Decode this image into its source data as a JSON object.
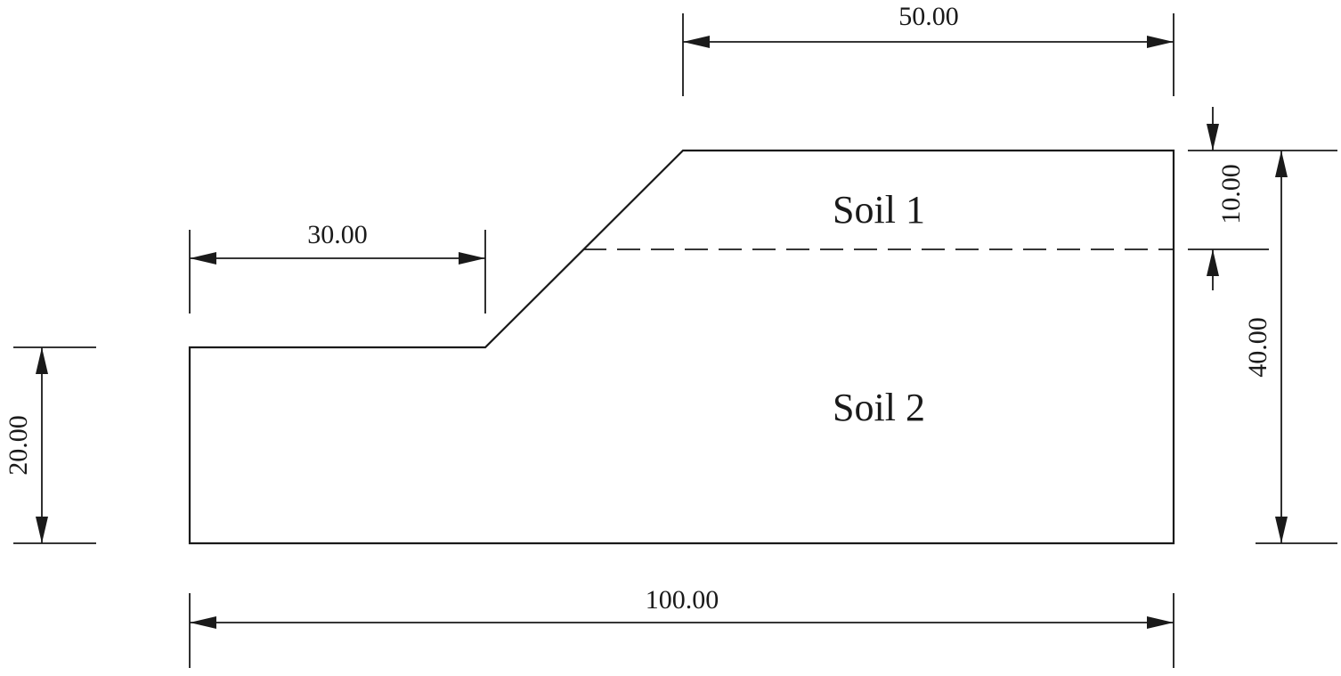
{
  "colors": {
    "ink": "#1a1a1a",
    "background": "#ffffff"
  },
  "soils": {
    "soil_1": "Soil 1",
    "soil_2": "Soil 2"
  },
  "dimensions": {
    "crest_width": "50.00",
    "toe_width": "30.00",
    "total_width": "100.00",
    "toe_height": "20.00",
    "total_height": "40.00",
    "soil_1_thickness": "10.00"
  }
}
